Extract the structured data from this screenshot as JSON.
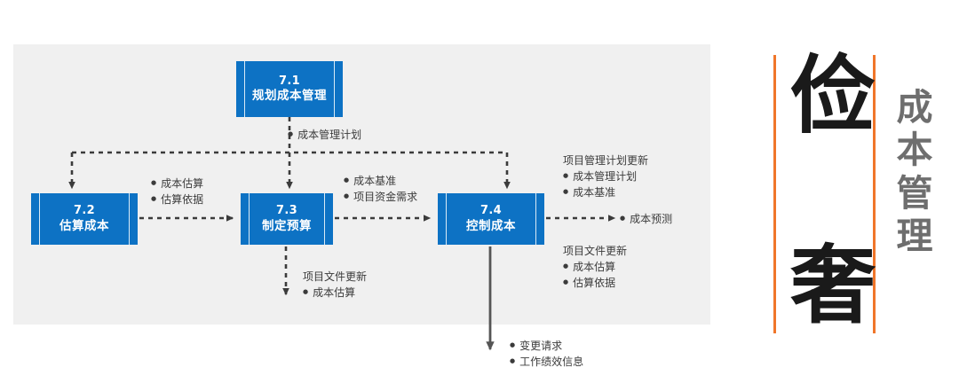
{
  "diagram": {
    "title_hidden": "",
    "boxes": [
      {
        "id": "7.1",
        "number": "7.1",
        "name": "规划成本管理"
      },
      {
        "id": "7.2",
        "number": "7.2",
        "name": "估算成本"
      },
      {
        "id": "7.3",
        "number": "7.3",
        "name": "制定预算"
      },
      {
        "id": "7.4",
        "number": "7.4",
        "name": "控制成本"
      }
    ],
    "annotations": {
      "plan_output": {
        "items": [
          "成本管理计划"
        ]
      },
      "estimate_output": {
        "items": [
          "成本估算",
          "估算依据"
        ]
      },
      "budget_output": {
        "items": [
          "成本基准",
          "项目资金需求"
        ]
      },
      "pm_plan_updates": {
        "header": "项目管理计划更新",
        "items": [
          "成本管理计划",
          "成本基准"
        ]
      },
      "forecast": {
        "items": [
          "成本预测"
        ]
      },
      "doc_updates_right": {
        "header": "项目文件更新",
        "items": [
          "成本估算",
          "估算依据"
        ]
      },
      "doc_updates_center": {
        "header": "项目文件更新",
        "items": [
          "成本估算"
        ]
      },
      "control_outputs": {
        "items": [
          "变更请求",
          "工作绩效信息"
        ]
      }
    }
  },
  "sidebar": {
    "char_top": "俭",
    "char_bottom": "奢",
    "subtitle_chars": [
      "成",
      "本",
      "管",
      "理"
    ]
  },
  "colors": {
    "box_blue": "#0d72c4",
    "panel_gray": "#f0f0f0",
    "accent_orange": "#f0762a",
    "subtitle_gray": "#6e6e6e",
    "connector_gray": "#3b3b3b",
    "solid_arrow_gray": "#555555"
  }
}
